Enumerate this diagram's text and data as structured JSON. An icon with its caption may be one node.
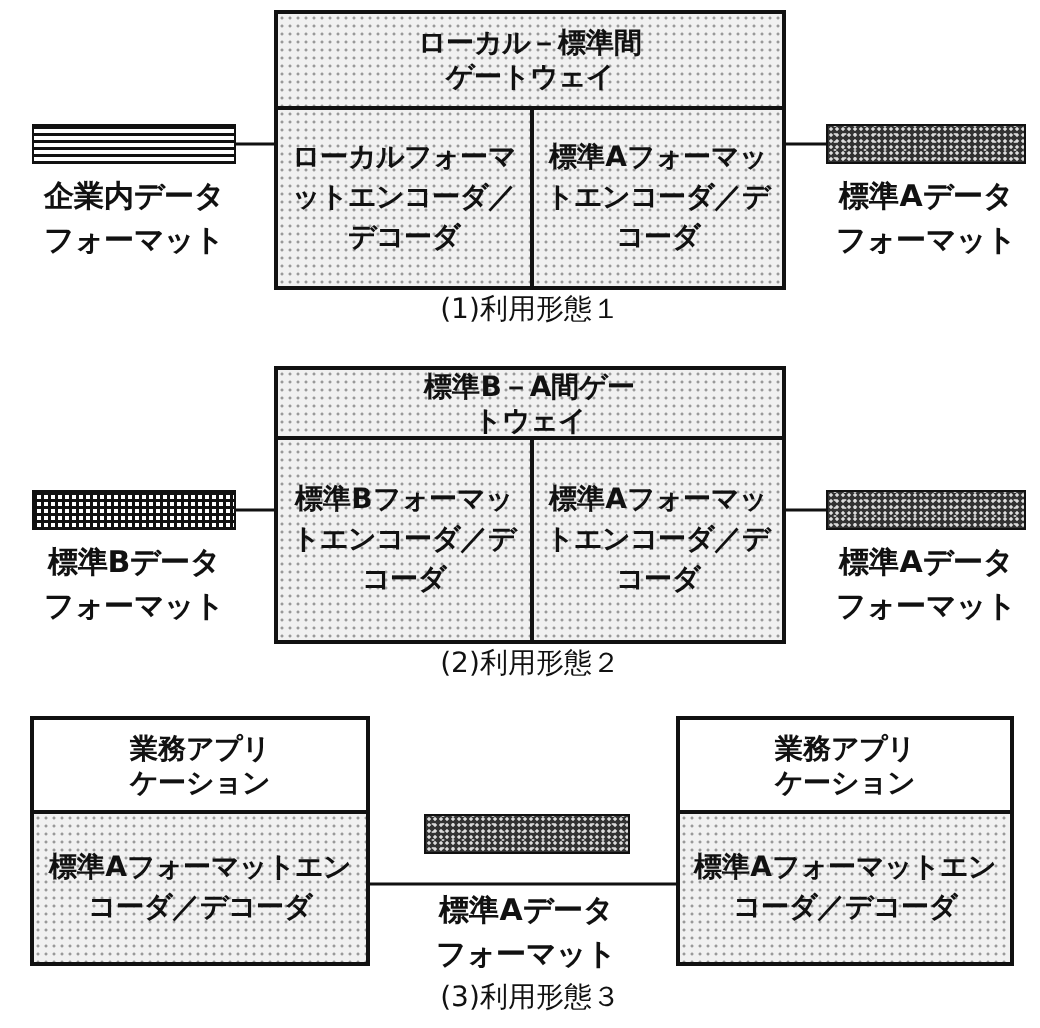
{
  "diagram": {
    "nodes": [
      {
        "text": [
          "ローカル－標準間ゲートウェイ"
        ]
      },
      {
        "text": [
          "ローカルフォーマットエンコーダ／デコーダ"
        ],
        "in": 0
      },
      {
        "text": [
          "標準Aフォーマットエンコーダ／デコーダ"
        ],
        "in": 0
      },
      {
        "text": [],
        "shape": "bar",
        "beside": [
          "企業内データフォーマット"
        ]
      },
      {
        "text": [],
        "shape": "bar",
        "beside": [
          "標準Aデータフォーマット"
        ]
      },
      {
        "text": [
          "標準B－A間ゲートウェイ"
        ]
      },
      {
        "text": [
          "標準Bフォーマットエンコーダ／デコーダ"
        ],
        "in": 5
      },
      {
        "text": [
          "標準Aフォーマットエンコーダ／デコーダ"
        ],
        "in": 5
      },
      {
        "text": [],
        "shape": "bar",
        "beside": [
          "標準Bデータフォーマット"
        ]
      },
      {
        "text": [],
        "shape": "bar",
        "beside": [
          "標準Aデータフォーマット"
        ]
      },
      {
        "text": [
          "業務アプリケーション"
        ]
      },
      {
        "text": [
          "標準Aフォーマットエンコーダ／デコーダ"
        ],
        "in": 10
      },
      {
        "text": [],
        "shape": "bar",
        "beside": [
          "標準Aデータフォーマット"
        ]
      },
      {
        "text": [
          "業務アプリケーション"
        ]
      },
      {
        "text": [
          "標準Aフォーマットエンコーダ／デコーダ"
        ],
        "in": 13
      }
    ],
    "edges": [
      {
        "from": 3,
        "to": 1,
        "arrow": "none"
      },
      {
        "from": 2,
        "to": 4,
        "arrow": "none"
      },
      {
        "from": 8,
        "to": 6,
        "arrow": "none"
      },
      {
        "from": 7,
        "to": 9,
        "arrow": "none"
      },
      {
        "from": 11,
        "to": 14,
        "arrow": "none"
      }
    ],
    "labels": [
      "(1)利用形態１",
      "(2)利用形態２",
      "(3)利用形態３"
    ]
  }
}
